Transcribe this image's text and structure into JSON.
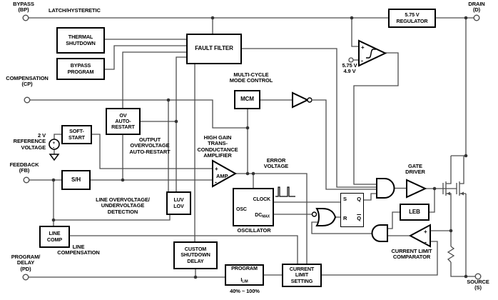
{
  "pins": {
    "bypass": {
      "label": "BYPASS\n(BP)"
    },
    "compensation": {
      "label": "COMPENSATION\n(CP)"
    },
    "feedback": {
      "label": "FEEDBACK\n(FB)"
    },
    "program_delay": {
      "label": "PROGRAM/\nDELAY\n(PD)"
    },
    "drain": {
      "label": "DRAIN\n(D)"
    },
    "source": {
      "label": "SOURCE\n(S)"
    }
  },
  "blocks": {
    "thermal_shutdown": {
      "label": "THERMAL\nSHUTDOWN"
    },
    "bypass_program": {
      "label": "BYPASS\nPROGRAM"
    },
    "fault_filter": {
      "label": "FAULT FILTER"
    },
    "regulator": {
      "label": "5.75 V\nREGULATOR"
    },
    "mcm": {
      "label": "MCM"
    },
    "ov_auto_restart": {
      "label": "OV\nAUTO-\nRESTART"
    },
    "soft_start": {
      "label": "SOFT-\nSTART"
    },
    "sample_hold": {
      "label": "S/H"
    },
    "luv_lov": {
      "label": "LUV\nLOV"
    },
    "line_comp": {
      "label": "LINE\nCOMP"
    },
    "custom_shutdown_delay": {
      "label": "CUSTOM\nSHUTDOWN\nDELAY"
    },
    "program_ilim": {
      "line1": "PROGRAM",
      "i": "I",
      "i_sub": "LIM"
    },
    "current_limit_setting": {
      "label": "CURRENT\nLIMIT\nSETTING"
    },
    "leb": {
      "label": "LEB"
    },
    "oscillator": {
      "clock": "CLOCK",
      "osc": "OSC",
      "dc": "DC",
      "dc_sub": "MAX"
    }
  },
  "latch": {
    "s": "S",
    "r": "R",
    "q": "Q",
    "qbar": "Q"
  },
  "amp": {
    "label": "AMP",
    "plus": "+",
    "minus": "-"
  },
  "hyst_comparator": {
    "plus": "+",
    "minus": "-"
  },
  "cl_comparator": {
    "plus": "+",
    "minus": "-"
  },
  "ref_source": {
    "plus": "+",
    "minus": "-"
  },
  "annotations": {
    "latch_hysteretic": "LATCH/HYSTERETIC",
    "multi_cycle": "MULTI-CYCLE\nMODE CONTROL",
    "comp_thresholds": "5.75 V\n4.9 V",
    "reference": "2 V\nREFERENCE\nVOLTAGE",
    "output_ovr": "OUTPUT\nOVERVOLTAGE\nAUTO-RESTART",
    "high_gain": "HIGH GAIN\nTRANS-\nCONDUCTANCE\nAMPLIFIER",
    "error_voltage": "ERROR\nVOLTAGE",
    "line_uv": "LINE OVERVOLTAGE/\nUNDERVOLTAGE\nDETECTION",
    "line_compensation": "LINE\nCOMPENSATION",
    "gate_driver": "GATE\nDRIVER",
    "oscillator_label": "OSCILLATOR",
    "current_limit_comparator": "CURRENT LIMIT\nCOMPARATOR",
    "ilim_range": "40% ~ 100%"
  },
  "colors": {
    "wire": "#4d4d4d",
    "ink": "#000000",
    "background": "#ffffff"
  }
}
